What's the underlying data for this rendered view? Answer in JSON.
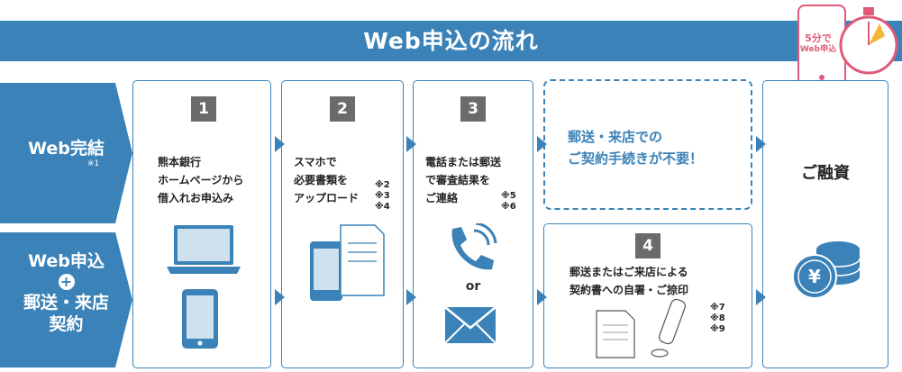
{
  "header": {
    "title": "Web申込の流れ",
    "timer_badge_line1": "5分で",
    "timer_badge_line2": "Web申込"
  },
  "side": {
    "web_complete_label": "Web完結",
    "web_complete_note": "※1",
    "web_apply_label": "Web申込",
    "plus_symbol": "+",
    "mail_store_label": "郵送・来店",
    "contract_label": "契約"
  },
  "steps": [
    {
      "number": "1",
      "text": [
        "熊本銀行",
        "ホームページから",
        "借入れお申込み"
      ]
    },
    {
      "number": "2",
      "text": [
        "スマホで",
        "必要書類を",
        "アップロード"
      ],
      "notes": [
        "※2",
        "※3",
        "※4"
      ]
    },
    {
      "number": "3",
      "text": [
        "電話または郵送",
        "で審査結果を",
        "ご連絡"
      ],
      "notes": [
        "※5",
        "※6"
      ],
      "or_label": "or"
    },
    {
      "number": "4",
      "text": [
        "郵送またはご来店による",
        "契約書への自署・ご捺印"
      ],
      "notes": [
        "※7",
        "※8",
        "※9"
      ]
    }
  ],
  "no_procedure": {
    "line1": "郵送・来店での",
    "line2": "ご契約手続きが不要！"
  },
  "final": {
    "label": "ご融資"
  },
  "colors": {
    "accent": "#3a82b7",
    "badge": "#6b6b6b",
    "timer": "#e05a7a"
  }
}
